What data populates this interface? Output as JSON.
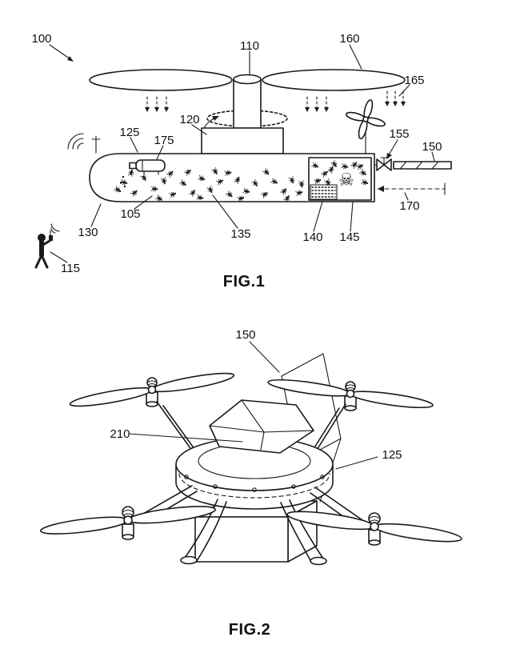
{
  "palette": {
    "ink": "#1a1a1a",
    "paper": "#ffffff"
  },
  "fig1": {
    "caption": "FIG.1",
    "refs": {
      "r100": "100",
      "r105": "105",
      "r110": "110",
      "r115": "115",
      "r120": "120",
      "r125": "125",
      "r130": "130",
      "r135": "135",
      "r140": "140",
      "r145": "145",
      "r150": "150",
      "r155": "155",
      "r160": "160",
      "r165": "165",
      "r170": "170",
      "r175": "175"
    },
    "icons": {
      "skull": "☠"
    }
  },
  "fig2": {
    "caption": "FIG.2",
    "refs": {
      "r125": "125",
      "r150": "150",
      "r210": "210"
    }
  }
}
